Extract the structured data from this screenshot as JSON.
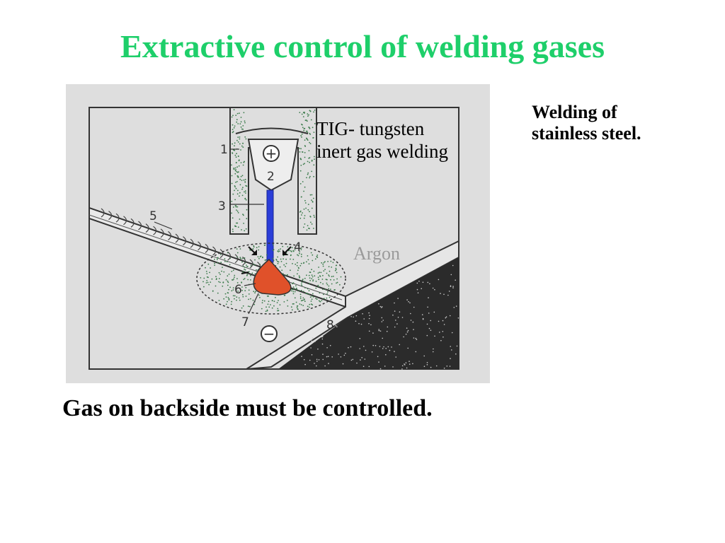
{
  "title": "Extractive control of welding gases",
  "colors": {
    "title": "#1ecf6a",
    "electrode": "#2a3dd8",
    "weld_pool": "#e0512a",
    "gas_dots": "#3a7a4a",
    "figure_bg": "#dedede"
  },
  "figure": {
    "tig_label": "TIG- tungsten\ninert gas welding",
    "argon_label": "Argon",
    "numbers": [
      "1",
      "2",
      "3",
      "4",
      "5",
      "6",
      "7",
      "8"
    ],
    "plus_symbol": "⊕",
    "minus_symbol": "⊖"
  },
  "side_note": "Welding of\nstainless steel.",
  "footer_note": "Gas on backside must be controlled."
}
